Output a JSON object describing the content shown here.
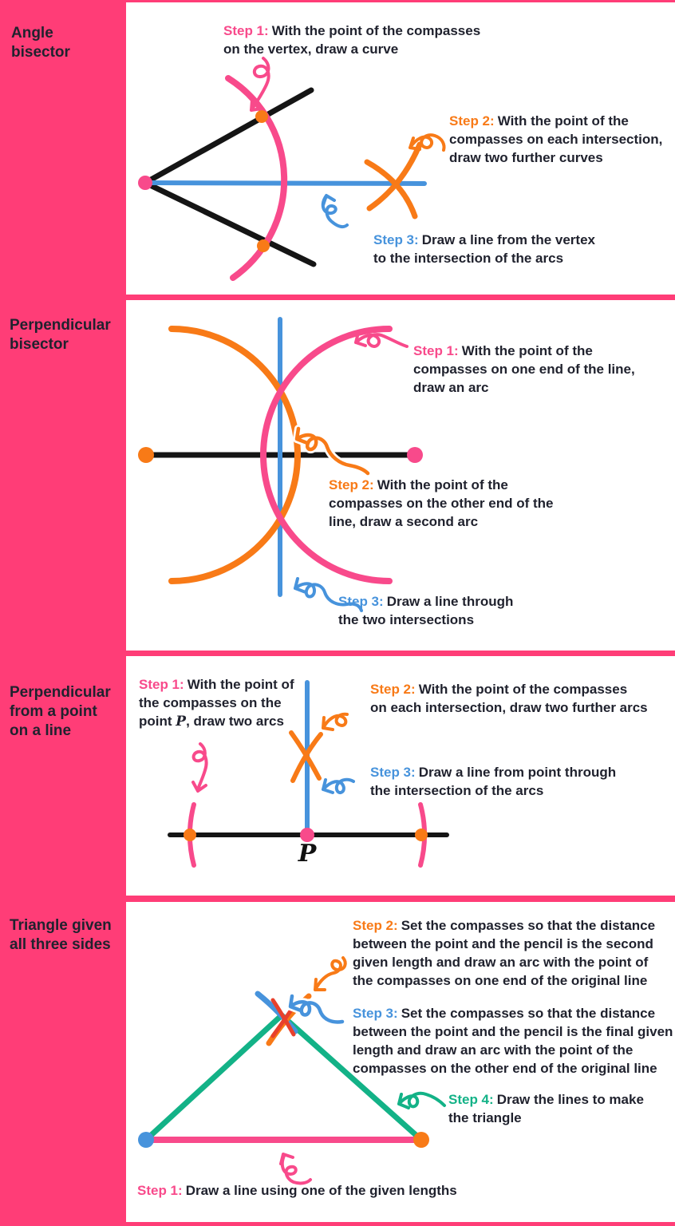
{
  "palette": {
    "background_pink": "#FF3D77",
    "panel_white": "#FFFFFF",
    "text_dark": "#20222E",
    "accent_pink": "#F84A8B",
    "accent_orange": "#F87A17",
    "accent_blue": "#4793DC",
    "accent_green": "#13B287",
    "accent_red": "#E8402C",
    "line_black": "#151515"
  },
  "sections": [
    {
      "title": "Angle bisector",
      "title_lines": [
        "Angle",
        "bisector"
      ],
      "steps": [
        {
          "label": "Step 1:",
          "color": "pink",
          "lines": [
            "With the point of the compasses",
            "on the vertex, draw a curve"
          ]
        },
        {
          "label": "Step 2:",
          "color": "orange",
          "lines": [
            "With the point of the",
            "compasses on each intersection,",
            "draw two further curves"
          ]
        },
        {
          "label": "Step 3:",
          "color": "blue",
          "lines": [
            "Draw a line from the vertex",
            "to the intersection of the arcs"
          ]
        }
      ]
    },
    {
      "title": "Perpendicular bisector",
      "title_lines": [
        "Perpendicular",
        "bisector"
      ],
      "steps": [
        {
          "label": "Step 1:",
          "color": "pink",
          "lines": [
            "With the point of the",
            "compasses on one end of the line,",
            "draw an arc"
          ]
        },
        {
          "label": "Step 2:",
          "color": "orange",
          "lines": [
            "With the point of the",
            "compasses on the other end of the",
            "line, draw a second arc"
          ]
        },
        {
          "label": "Step 3:",
          "color": "blue",
          "lines": [
            "Draw a line through",
            "the two intersections"
          ]
        }
      ]
    },
    {
      "title": "Perpendicular from a point on a line",
      "title_lines": [
        "Perpendicular",
        "from a point",
        "on a line"
      ],
      "point_label": "P",
      "steps": [
        {
          "label": "Step 1:",
          "color": "pink",
          "lines": [
            "With the point of",
            "the compasses on the"
          ],
          "line3_pre": "point",
          "point": "P",
          "line3_post": ", draw two arcs"
        },
        {
          "label": "Step 2:",
          "color": "orange",
          "lines": [
            "With the point of the compasses",
            "on each intersection, draw two further arcs"
          ]
        },
        {
          "label": "Step 3:",
          "color": "blue",
          "lines": [
            "Draw a line from point through",
            "the intersection of the arcs"
          ]
        }
      ]
    },
    {
      "title": "Triangle given all three sides",
      "title_lines": [
        "Triangle given",
        "all three sides"
      ],
      "steps": [
        {
          "label": "Step 1:",
          "color": "pink",
          "lines": [
            "Draw a line using one of the given lengths"
          ]
        },
        {
          "label": "Step 2:",
          "color": "orange",
          "lines": [
            "Set the compasses so that the distance",
            "between the point and the pencil is the second",
            "given length and draw an arc with the point of",
            "the compasses on one end of the original line"
          ]
        },
        {
          "label": "Step 3:",
          "color": "blue",
          "lines": [
            "Set the compasses so that the distance",
            "between the point and the pencil is the final given",
            "length and draw an arc with the point of the",
            "compasses on the other end of the original line"
          ]
        },
        {
          "label": "Step 4:",
          "color": "green",
          "lines": [
            "Draw the lines to make",
            "the triangle"
          ]
        }
      ]
    }
  ]
}
